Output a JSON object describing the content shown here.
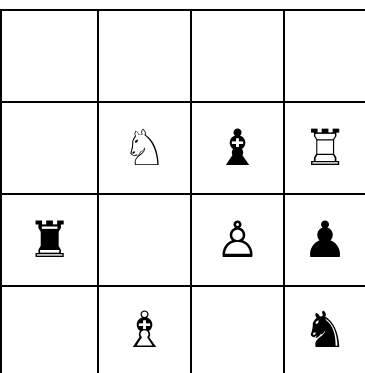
{
  "board": {
    "rows": 4,
    "cols": 4,
    "line_color": "#000000",
    "background": "#ffffff",
    "squares": [
      [
        {
          "piece": null,
          "glyph": ""
        },
        {
          "piece": null,
          "glyph": ""
        },
        {
          "piece": null,
          "glyph": ""
        },
        {
          "piece": null,
          "glyph": ""
        }
      ],
      [
        {
          "piece": null,
          "glyph": ""
        },
        {
          "piece": "white-knight",
          "glyph": "♘"
        },
        {
          "piece": "black-bishop",
          "glyph": "♝"
        },
        {
          "piece": "white-rook",
          "glyph": "♖"
        }
      ],
      [
        {
          "piece": "black-rook",
          "glyph": "♜"
        },
        {
          "piece": null,
          "glyph": ""
        },
        {
          "piece": "white-pawn",
          "glyph": "♙"
        },
        {
          "piece": "black-pawn",
          "glyph": "♟"
        }
      ],
      [
        {
          "piece": null,
          "glyph": ""
        },
        {
          "piece": "white-bishop",
          "glyph": "♗"
        },
        {
          "piece": null,
          "glyph": ""
        },
        {
          "piece": "black-knight",
          "glyph": "♞"
        }
      ]
    ]
  }
}
